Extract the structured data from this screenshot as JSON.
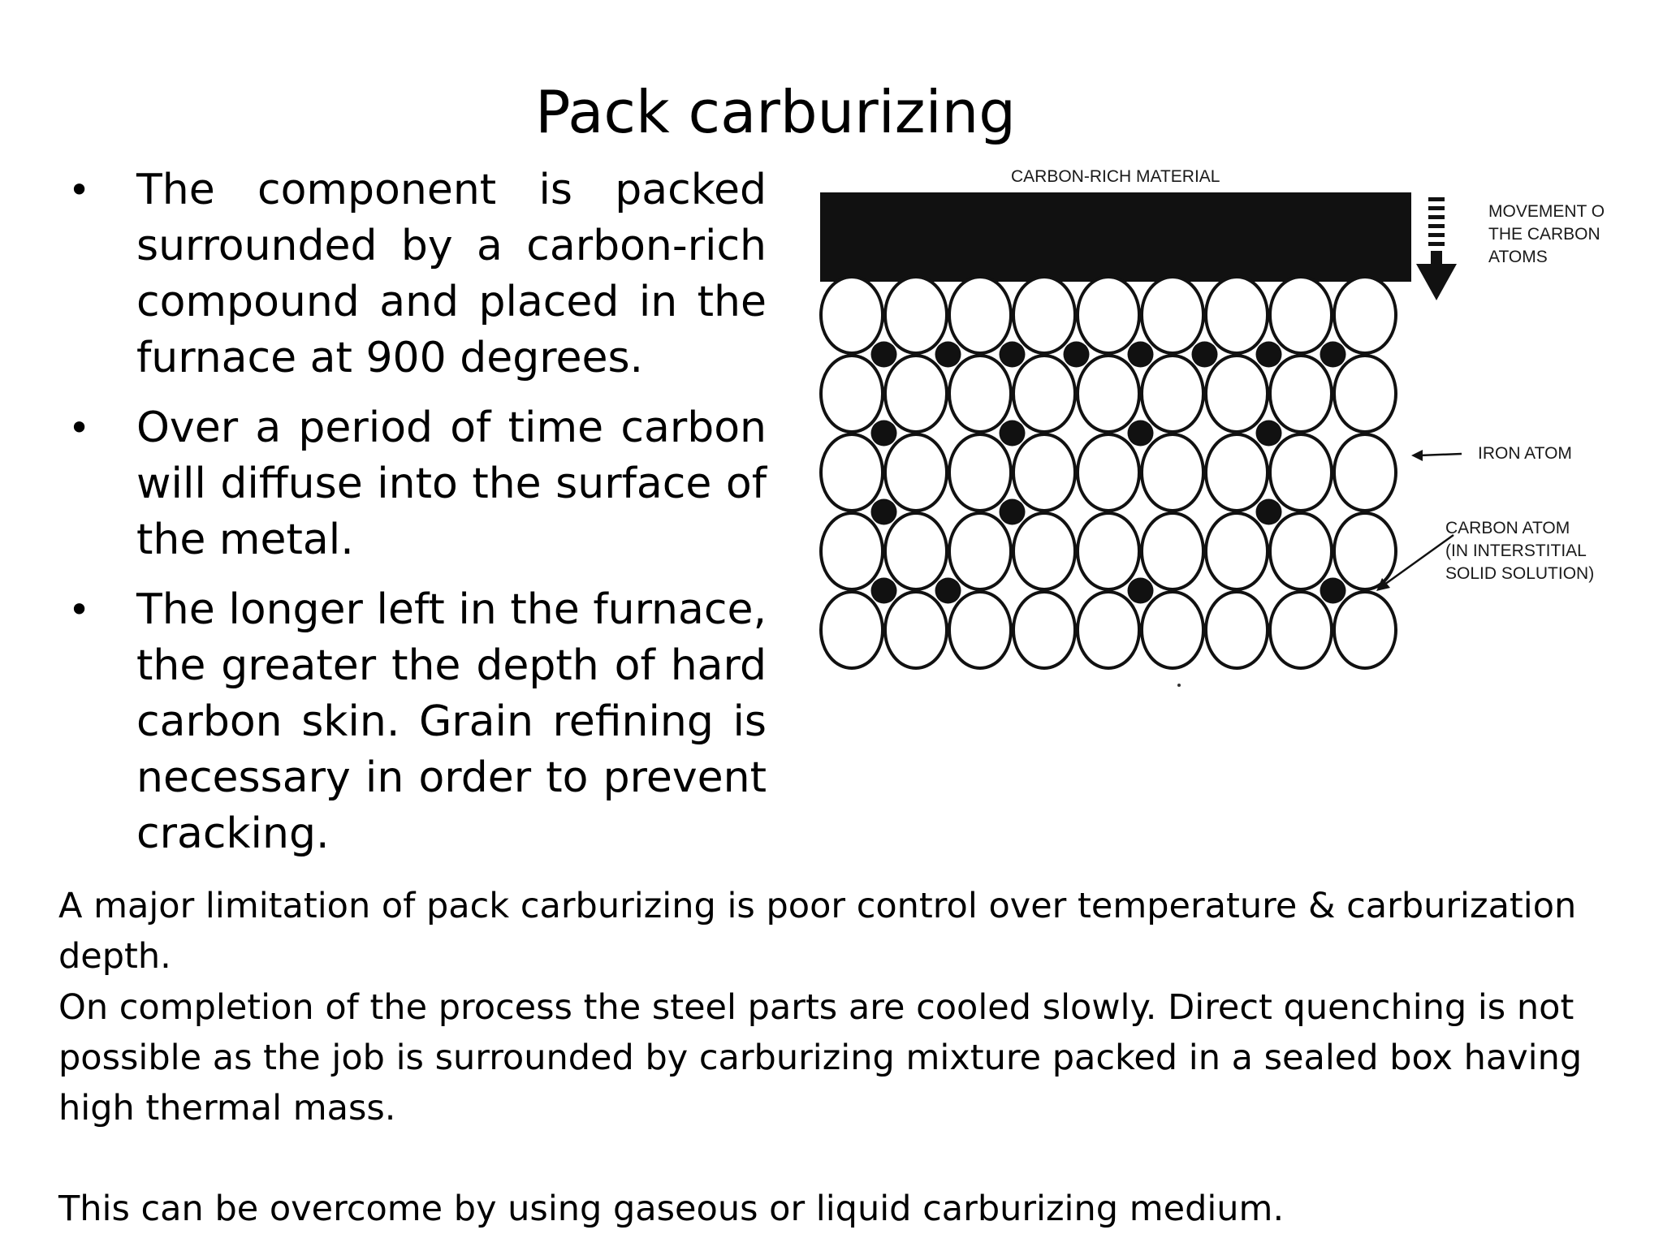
{
  "title": "Pack carburizing",
  "bullets": [
    "The component is packed surrounded by a carbon-rich compound and placed in the furnace at 900 degrees.",
    "Over a period of time carbon will diffuse into the surface of the metal.",
    "The longer left in the furnace, the greater the depth of hard carbon skin. Grain refining is necessary in order to prevent cracking."
  ],
  "diagram": {
    "top_label": "CARBON-RICH MATERIAL",
    "movement_label": [
      "MOVEMENT O",
      "THE CARBON",
      "ATOMS"
    ],
    "iron_label": "IRON ATOM",
    "carbon_label": [
      "CARBON ATOM",
      "(IN INTERSTITIAL",
      "SOLID SOLUTION)"
    ]
  },
  "paragraphs": {
    "p1": "A major limitation of pack carburizing is poor control over temperature & carburization depth.",
    "p2": "On completion of the process the steel parts are cooled slowly. Direct quenching is not possible as the job is surrounded by carburizing mixture packed in a sealed box having high thermal mass.",
    "p3": "This can be overcome by using gaseous or liquid carburizing medium."
  }
}
